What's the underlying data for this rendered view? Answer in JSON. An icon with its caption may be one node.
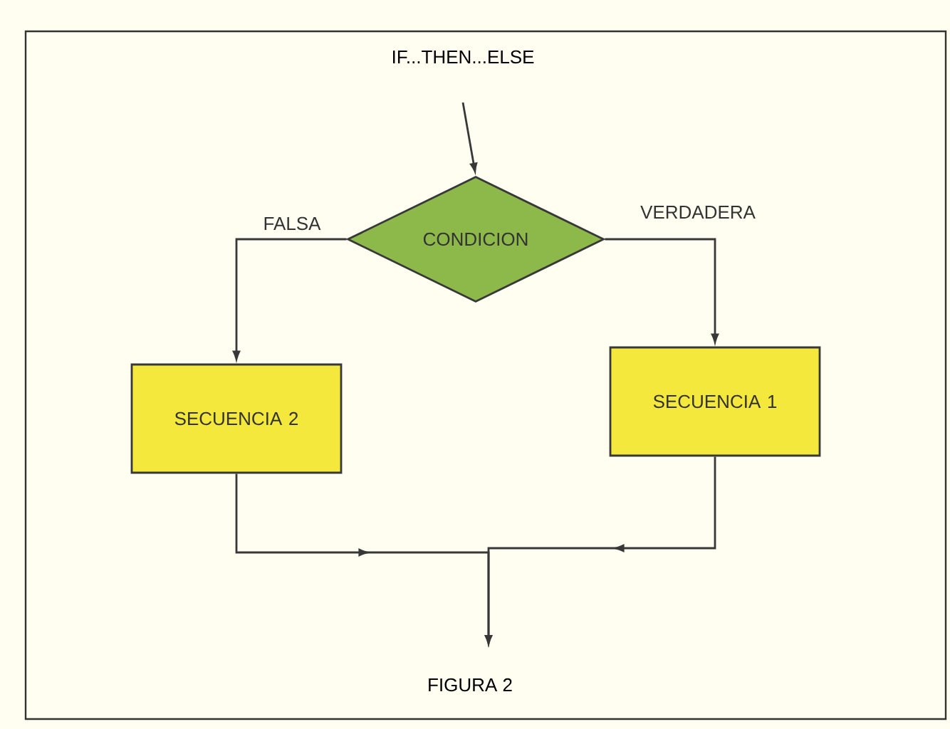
{
  "diagram": {
    "title": "IF...THEN...ELSE",
    "caption": "FIGURA 2",
    "nodes": [
      {
        "text": [
          "CONDICION"
        ]
      },
      {
        "text": [
          "SECUENCIA 2"
        ]
      },
      {
        "text": [
          "SECUENCIA 1"
        ]
      }
    ],
    "edges": [
      {
        "from": null,
        "to": 0,
        "arrow": "to"
      },
      {
        "from": 0,
        "to": 1,
        "arrow": "to",
        "label": "FALSA"
      },
      {
        "from": 0,
        "to": 2,
        "arrow": "to",
        "label": "VERDADERA"
      },
      {
        "from": 1,
        "to": null,
        "arrow": "to"
      },
      {
        "from": 2,
        "to": null,
        "arrow": "to"
      }
    ]
  }
}
